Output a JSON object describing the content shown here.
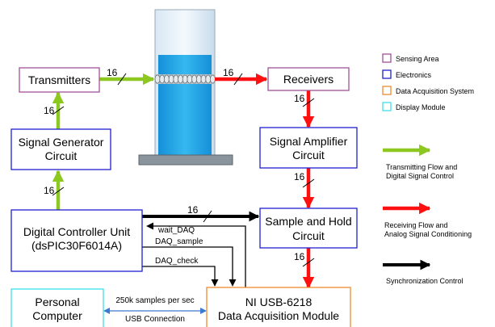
{
  "blocks": {
    "transmitters": "Transmitters",
    "receivers": "Receivers",
    "signal_generator": [
      "Signal Generator",
      "Circuit"
    ],
    "signal_amplifier": [
      "Signal Amplifier",
      "Circuit"
    ],
    "sample_hold": [
      "Sample and Hold",
      "Circuit"
    ],
    "dcu": [
      "Digital Controller Unit",
      "(dsPIC30F6014A)"
    ],
    "pc": [
      "Personal",
      "Computer"
    ],
    "daq": [
      "NI USB-6218",
      "Data Acquisition Module"
    ]
  },
  "bus_width": "16",
  "signals": {
    "wait_daq": "wait_DAQ",
    "daq_sample": "DAQ_sample",
    "daq_check": "DAQ_check",
    "usb_rate": "250k samples per sec",
    "usb_conn": "USB Connection"
  },
  "legend_boxes": [
    {
      "label": "Sensing Area",
      "color": "#a0509a"
    },
    {
      "label": "Electronics",
      "color": "#2020d0"
    },
    {
      "label": "Data Acquisition System",
      "color": "#f08a30"
    },
    {
      "label": "Display Module",
      "color": "#40e0e8"
    }
  ],
  "legend_arrows": [
    {
      "label": [
        "Transmitting Flow and",
        "Digital Signal Control"
      ],
      "color": "#8cc820"
    },
    {
      "label": [
        "Receiving Flow and",
        "Analog Signal Conditioning"
      ],
      "color": "#ff1010"
    },
    {
      "label": [
        "Synchronization Control"
      ],
      "color": "#000000"
    }
  ],
  "colors": {
    "sensing": "#a0509a",
    "electronics": "#2020d0",
    "daq": "#f08a30",
    "display": "#40e0e8",
    "green": "#8cc820",
    "red": "#ff1010",
    "water": "#1aa3e0",
    "usb": "#3a7ad0"
  }
}
